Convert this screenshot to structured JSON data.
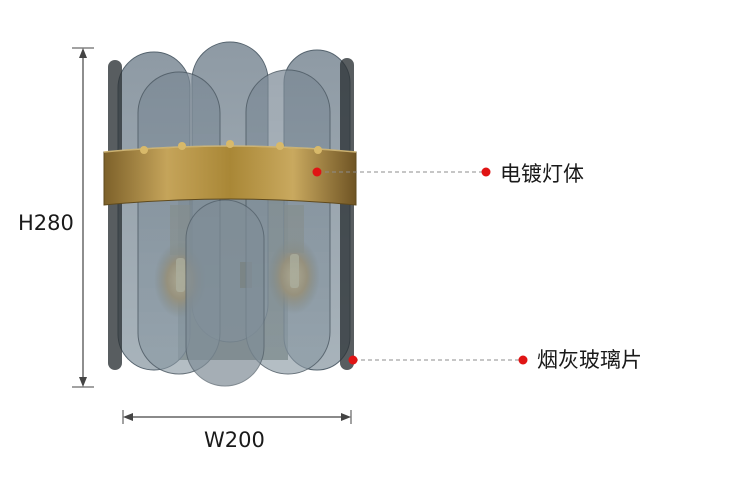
{
  "dimensions": {
    "height_label": "H280",
    "width_label": "W200"
  },
  "callouts": [
    {
      "label": "电镀灯体",
      "marker_color": "#e01414"
    },
    {
      "label": "烟灰玻璃片",
      "marker_color": "#e01414"
    }
  ],
  "colors": {
    "glass": "#6f7f8c",
    "brass": "#b08c40",
    "dimension_line": "#444444"
  }
}
